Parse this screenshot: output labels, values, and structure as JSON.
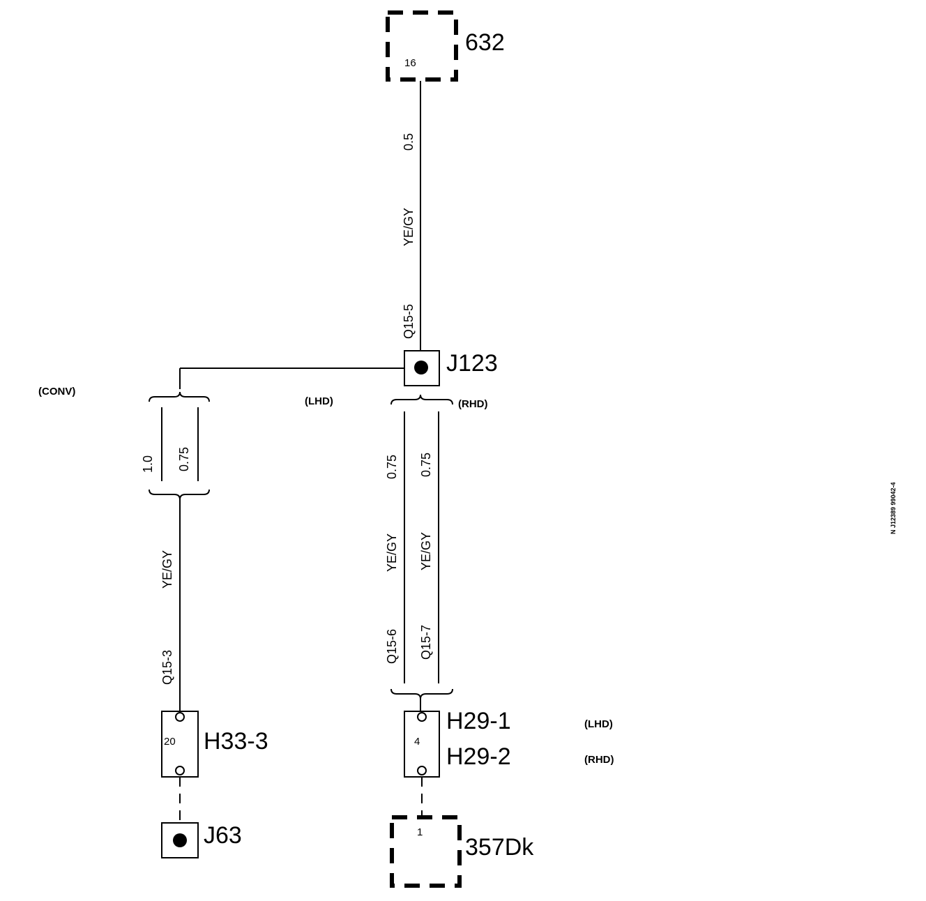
{
  "diagram": {
    "components": {
      "c632": {
        "name": "632",
        "pin": "16"
      },
      "j123": {
        "name": "J123"
      },
      "h33": {
        "name": "H33-3",
        "pin": "20"
      },
      "h29": {
        "name1": "H29-1",
        "name2": "H29-2",
        "pin": "4"
      },
      "j63": {
        "name": "J63"
      },
      "c357": {
        "name": "357Dk",
        "pin": "1"
      }
    },
    "wires": {
      "top": {
        "size": "0.5",
        "color": "YE/GY",
        "id": "Q15-5"
      },
      "left": {
        "size_a": "1.0",
        "size_b": "0.75",
        "color": "YE/GY",
        "id": "Q15-3"
      },
      "lhd": {
        "size": "0.75",
        "color": "YE/GY",
        "id": "Q15-6"
      },
      "rhd": {
        "size": "0.75",
        "color": "YE/GY",
        "id": "Q15-7"
      }
    },
    "variants": {
      "conv": "(CONV)",
      "lhd": "(LHD)",
      "rhd": "(RHD)",
      "lhd_right": "(LHD)",
      "rhd_right": "(RHD)"
    },
    "reference": "N J12389 99042-4"
  }
}
